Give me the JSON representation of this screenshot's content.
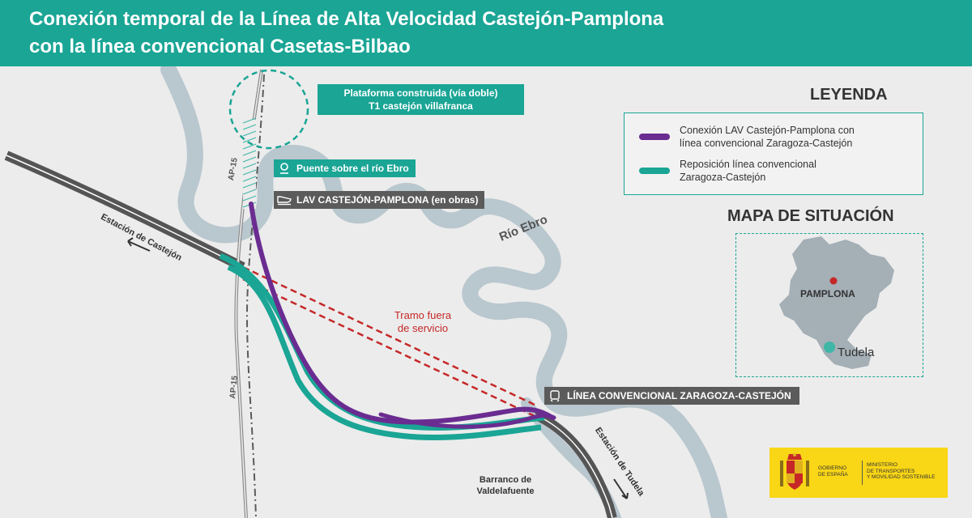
{
  "header": {
    "title_line1": "Conexión temporal de la Línea de Alta Velocidad Castejón-Pamplona",
    "title_line2": "con la línea convencional Casetas-Bilbao"
  },
  "labels": {
    "plataforma_line1": "Plataforma construida (vía doble)",
    "plataforma_line2": "T1 castejón villafranca",
    "puente": "Puente sobre el río Ebro",
    "lav": "LAV CASTEJÓN-PAMPLONA (en obras)",
    "linea_convencional": "LÍNEA CONVENCIONAL ZARAGOZA-CASTEJÓN",
    "rio_ebro": "Río Ebro",
    "tramo_line1": "Tramo fuera",
    "tramo_line2": "de servicio",
    "estacion_castejon": "Estación de Castejón",
    "estacion_tudela": "Estación de Tudela",
    "ap15_top": "AP-15",
    "ap15_bottom": "AP-15",
    "barranco_line1": "Barranco de",
    "barranco_line2": "Valdelafuente"
  },
  "legend": {
    "title": "LEYENDA",
    "items": [
      {
        "line1": "Conexión LAV Castejón-Pamplona con",
        "line2": "línea convencional Zaragoza-Castejón",
        "color": "#6a2c91"
      },
      {
        "line1": "Reposición línea convencional",
        "line2": "Zaragoza-Castejón",
        "color": "#1aa595"
      }
    ]
  },
  "situacion": {
    "title": "MAPA DE SITUACIÓN",
    "pamplona": "PAMPLONA",
    "tudela": "Tudela"
  },
  "gov": {
    "col1_line1": "GOBIERNO",
    "col1_line2": "DE ESPAÑA",
    "col2_line1": "MINISTERIO",
    "col2_line2": "DE TRANSPORTES",
    "col2_line3": "Y MOVILIDAD SOSTENIBLE"
  },
  "colors": {
    "teal": "#1aa595",
    "purple": "#6a2c91",
    "dark_rail": "#555555",
    "river": "#b9c7ce",
    "out_of_service": "#c62828",
    "gov_yellow": "#f9d616"
  },
  "icons": {
    "puente": "pin-icon",
    "lav": "train-icon",
    "linea_convencional": "tram-icon",
    "escudo": "coat-of-arms-icon"
  }
}
